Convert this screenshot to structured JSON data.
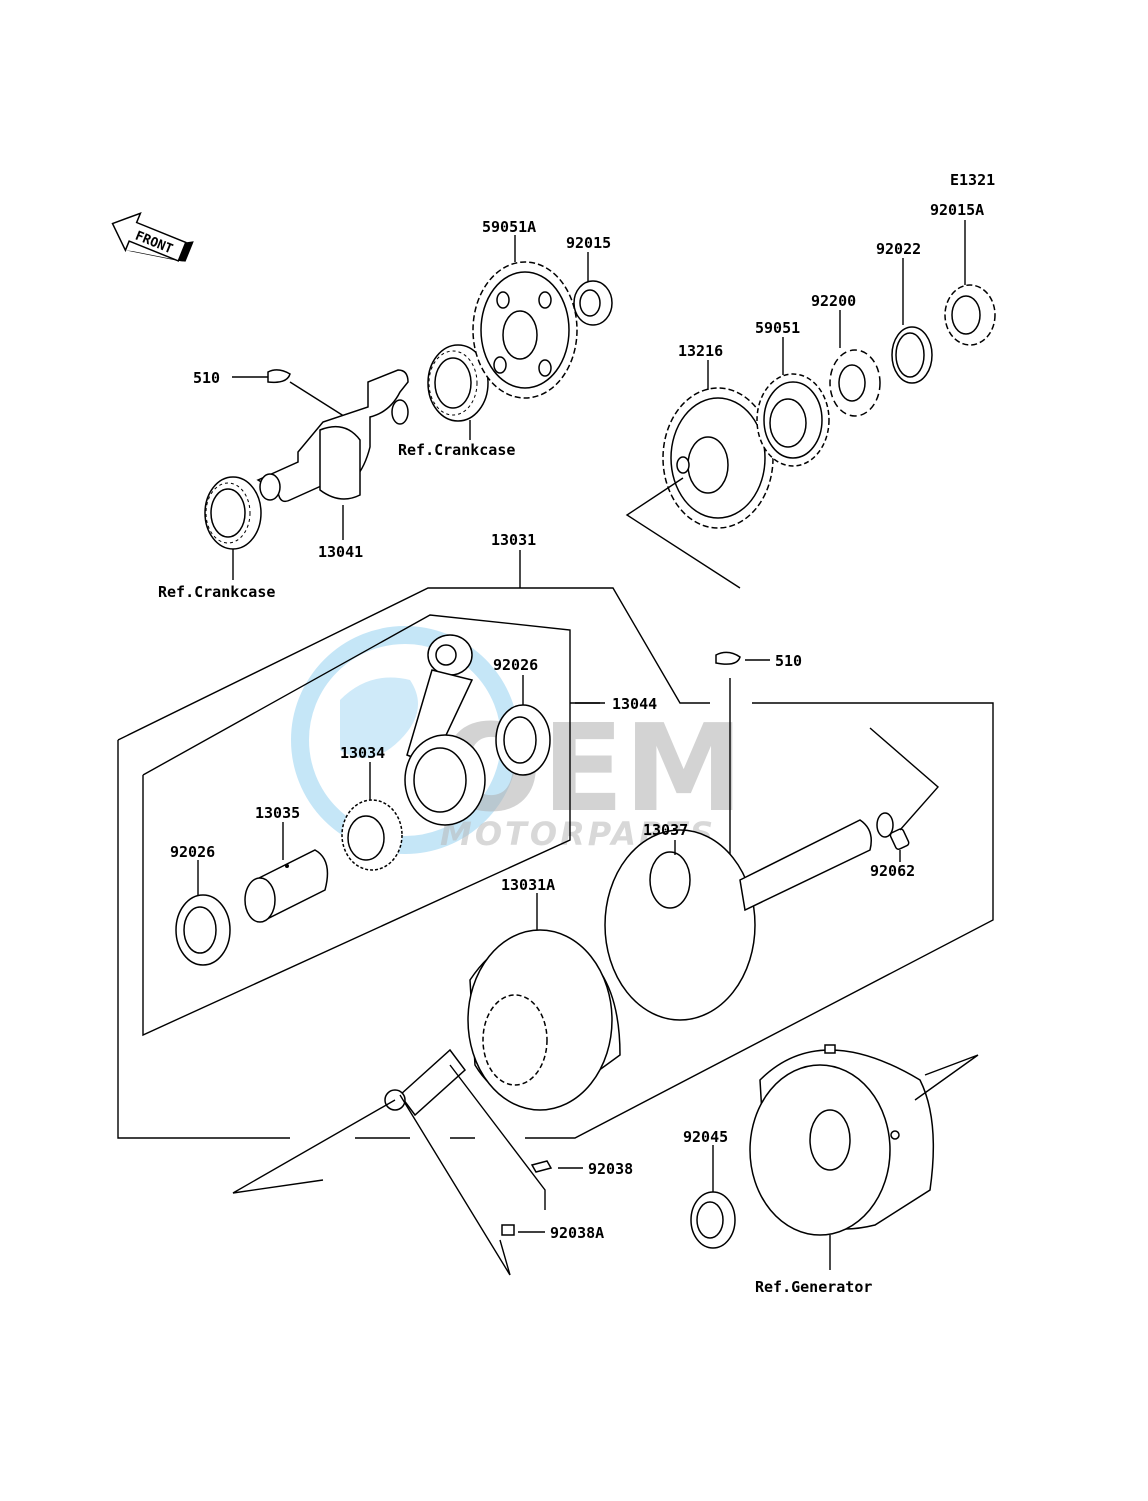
{
  "diagram_code": "E1321",
  "front_label": "FRONT",
  "watermark": {
    "main": "OEM",
    "sub": "MOTORPARTS",
    "color": "#4fb3e8"
  },
  "labels": {
    "p59051A": "59051A",
    "p92015": "92015",
    "p92015A": "92015A",
    "p92022": "92022",
    "p92200": "92200",
    "p59051": "59051",
    "p13216": "13216",
    "p510_top": "510",
    "ref_crankcase_1": "Ref.Crankcase",
    "p13041": "13041",
    "ref_crankcase_2": "Ref.Crankcase",
    "p13031": "13031",
    "p510_mid": "510",
    "p92026_top": "92026",
    "p13044": "13044",
    "p13034": "13034",
    "p13035": "13035",
    "p92026_left": "92026",
    "p13037": "13037",
    "p92062": "92062",
    "p13031A": "13031A",
    "p92045": "92045",
    "p92038": "92038",
    "p92038A": "92038A",
    "ref_generator": "Ref.Generator"
  }
}
